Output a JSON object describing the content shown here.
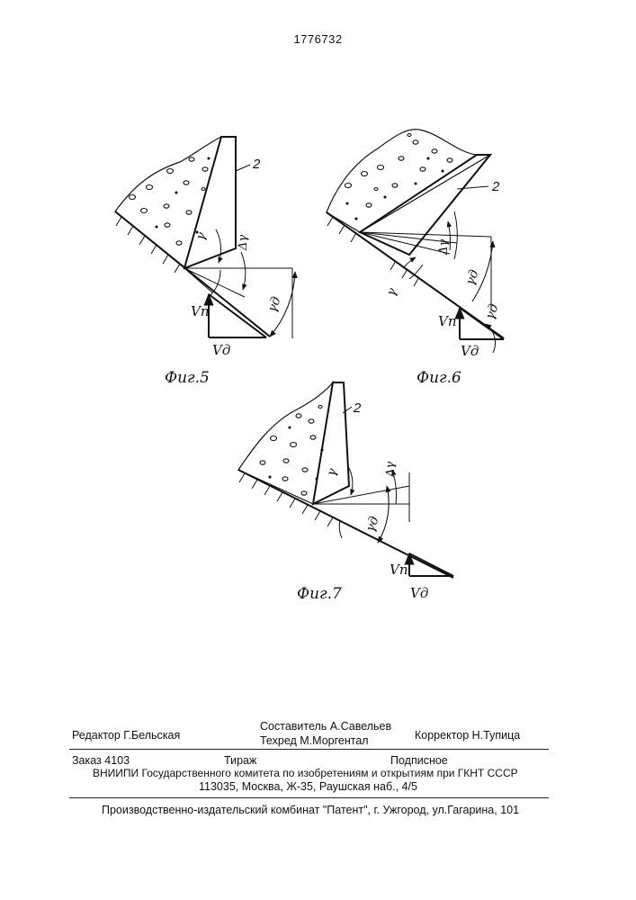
{
  "document": {
    "patent_number": "1776732"
  },
  "figures": [
    {
      "caption": "Фиг.5",
      "part_label": "2",
      "angle_labels": [
        "γ",
        "Δγ",
        "γд"
      ],
      "velocity_labels": [
        "Vп",
        "Vд"
      ]
    },
    {
      "caption": "Фиг.6",
      "part_label": "2",
      "angle_labels": [
        "Δγ",
        "γд",
        "γ",
        "γд"
      ],
      "velocity_labels": [
        "Vп",
        "Vд"
      ]
    },
    {
      "caption": "Фиг.7",
      "part_label": "2",
      "angle_labels": [
        "γ",
        "Δγ",
        "γд"
      ],
      "velocity_labels": [
        "Vп",
        "Vд"
      ]
    }
  ],
  "colophon": {
    "editor": "Редактор Г.Бельская",
    "compiler": "Составитель А.Савельев",
    "techred": "Техред М.Моргентал",
    "corrector": "Корректор  Н.Тупица",
    "order": "Заказ 4103",
    "circulation": "Тираж",
    "subscription": "Подписное",
    "institute": "ВНИИПИ Государственного комитета по изобретениям и открытиям при ГКНТ СССР",
    "address": "113035, Москва, Ж-35, Раушская наб., 4/5",
    "publisher": "Производственно-издательский комбинат \"Патент\", г. Ужгород, ул.Гагарина, 101"
  }
}
